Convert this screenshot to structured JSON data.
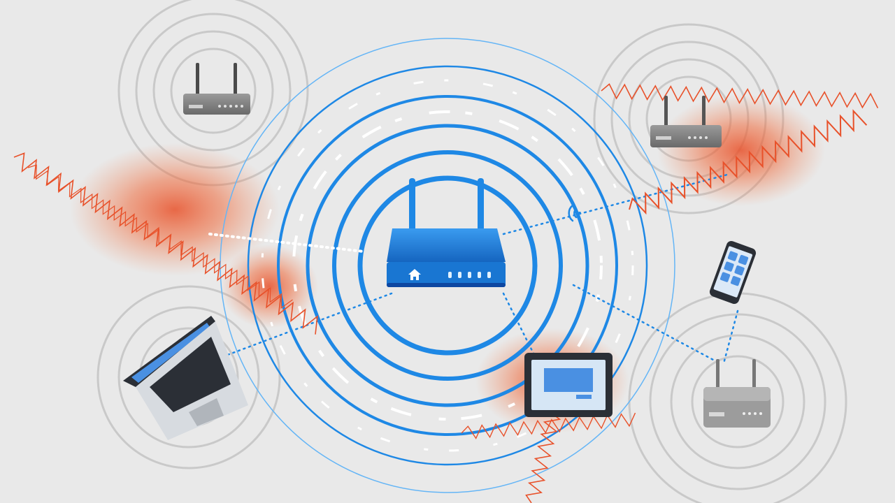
{
  "colors": {
    "background": "#e9e9e9",
    "signal_primary": "#1e88e5",
    "signal_faint": "#64b5f6",
    "interference": "#e8512a",
    "neighbor_rings": "#c8c8c8",
    "neighbor_router": "#6e6e6e",
    "device_dark": "#2b2f36",
    "screen_blue": "#4a90e2"
  },
  "nodes": {
    "main_router": {
      "icon": "wifi-router-icon",
      "badge_icon": "home-icon",
      "led_count": 5
    },
    "neighbor_routers": [
      {
        "id": "top-left",
        "icon": "router-icon"
      },
      {
        "id": "top-right",
        "icon": "router-icon"
      },
      {
        "id": "bottom-right",
        "icon": "router-icon"
      }
    ],
    "devices": [
      {
        "id": "laptop",
        "icon": "laptop-icon"
      },
      {
        "id": "tablet",
        "icon": "tablet-icon"
      },
      {
        "id": "smartphone",
        "icon": "smartphone-icon"
      }
    ],
    "interference_zones": [
      "left",
      "top-right",
      "bottom-center"
    ]
  }
}
